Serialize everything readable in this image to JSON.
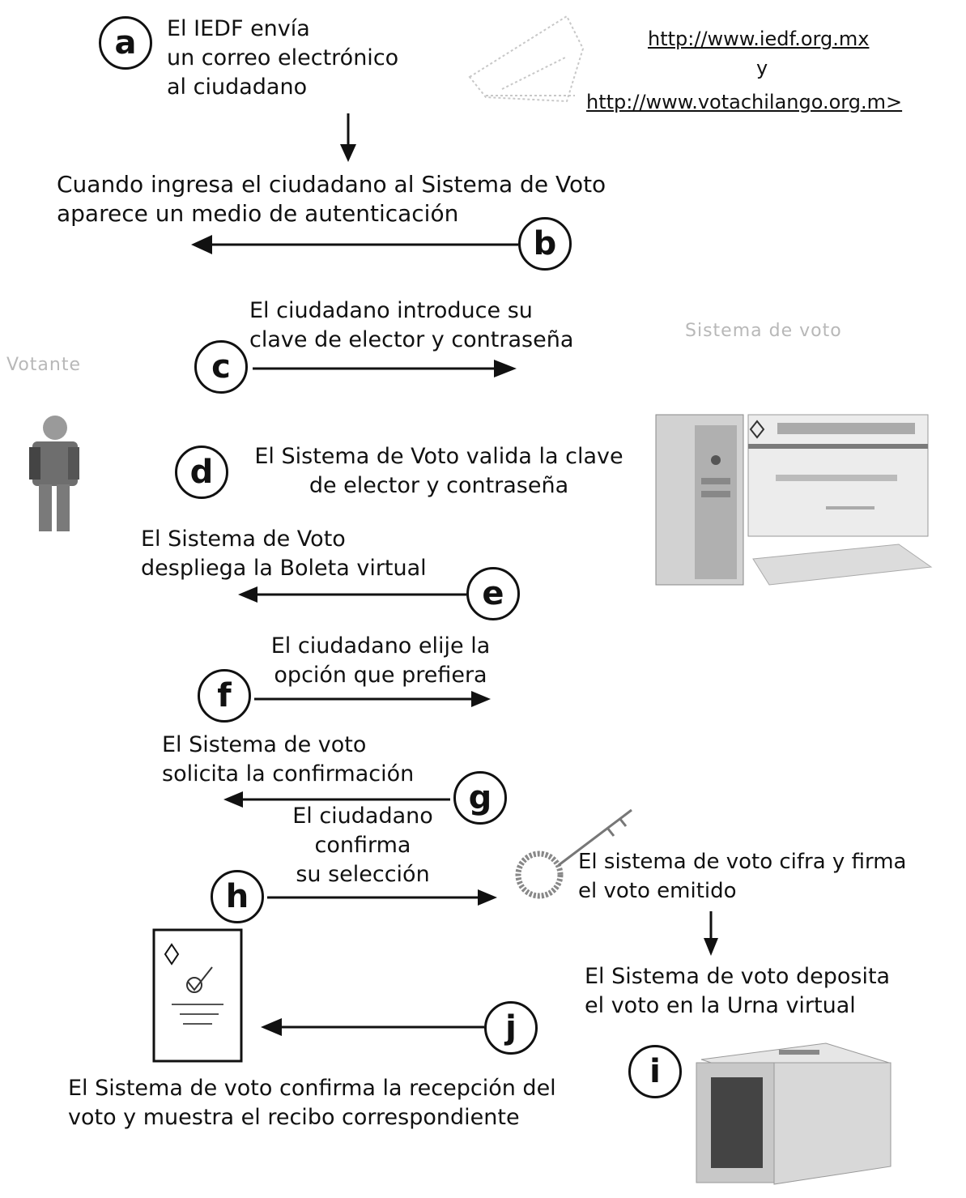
{
  "steps": {
    "a": {
      "letter": "a",
      "text": [
        "El IEDF envía",
        "un correo electrónico",
        "al ciudadano"
      ]
    },
    "b": {
      "letter": "b",
      "text": [
        "Cuando ingresa el ciudadano al Sistema de Voto",
        "aparece un medio de autenticación"
      ]
    },
    "c": {
      "letter": "c",
      "text": [
        "El ciudadano introduce su",
        "clave de elector y contraseña"
      ]
    },
    "d": {
      "letter": "d",
      "text": [
        "El Sistema de Voto valida la clave",
        "de elector y contraseña"
      ]
    },
    "e": {
      "letter": "e",
      "text": [
        "El Sistema de Voto",
        "despliega la Boleta virtual"
      ]
    },
    "f": {
      "letter": "f",
      "text": [
        "El ciudadano elije la",
        "opción que prefiera"
      ]
    },
    "g": {
      "letter": "g",
      "text": [
        "El Sistema de voto",
        "solicita la confirmación"
      ]
    },
    "h": {
      "letter": "h",
      "text": [
        "El ciudadano",
        "confirma",
        "su selección"
      ]
    },
    "cifra": {
      "text": [
        "El sistema de voto cifra y firma",
        "el voto emitido"
      ]
    },
    "deposita": {
      "text": [
        "El Sistema de voto deposita",
        "el voto en la Urna virtual"
      ]
    },
    "i": {
      "letter": "i"
    },
    "j": {
      "letter": "j",
      "text": [
        "El Sistema de voto confirma la recepción del",
        "voto y muestra el recibo correspondiente"
      ]
    }
  },
  "links": {
    "url1": "http://www.iedf.org.mx",
    "joiner": "y",
    "url2": "http://www.votachilango.org.m>"
  },
  "faint_labels": {
    "voter": "Votante",
    "system": "Sistema de voto"
  },
  "icons": [
    "voter-figure-icon",
    "computer-icon",
    "key-icon",
    "receipt-document-icon",
    "ballot-box-icon",
    "network-sketch-icon"
  ]
}
